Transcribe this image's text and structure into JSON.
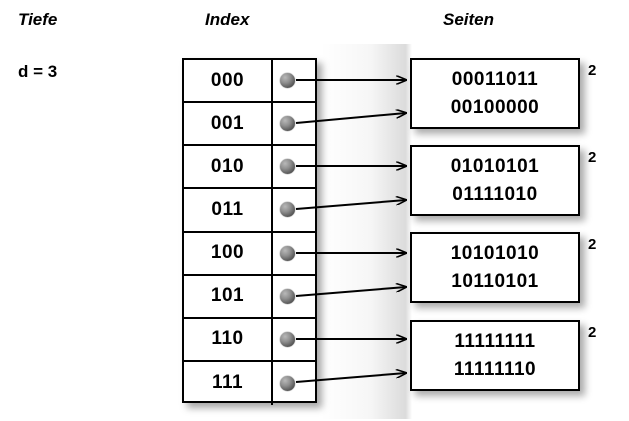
{
  "diagram": {
    "title_labels": {
      "depth_header": "Tiefe",
      "index_header": "Index",
      "pages_header": "Seiten"
    },
    "depth_value": "d = 3"
  },
  "index": {
    "entries": [
      {
        "key": "000",
        "pointer_icon": "pointer-dot-icon",
        "target": 0
      },
      {
        "key": "001",
        "pointer_icon": "pointer-dot-icon",
        "target": 0
      },
      {
        "key": "010",
        "pointer_icon": "pointer-dot-icon",
        "target": 1
      },
      {
        "key": "011",
        "pointer_icon": "pointer-dot-icon",
        "target": 1
      },
      {
        "key": "100",
        "pointer_icon": "pointer-dot-icon",
        "target": 2
      },
      {
        "key": "101",
        "pointer_icon": "pointer-dot-icon",
        "target": 2
      },
      {
        "key": "110",
        "pointer_icon": "pointer-dot-icon",
        "target": 3
      },
      {
        "key": "111",
        "pointer_icon": "pointer-dot-icon",
        "target": 3
      }
    ]
  },
  "pages": [
    {
      "line1": "00011011",
      "line2": "00100000",
      "local_depth": "2"
    },
    {
      "line1": "01010101",
      "line2": "01111010",
      "local_depth": "2"
    },
    {
      "line1": "10101010",
      "line2": "10110101",
      "local_depth": "2"
    },
    {
      "line1": "11111111",
      "line2": "11111110",
      "local_depth": "2"
    }
  ],
  "colors": {
    "background": "#ffffff",
    "stroke": "#000000",
    "dot": "#6a6a6a"
  }
}
